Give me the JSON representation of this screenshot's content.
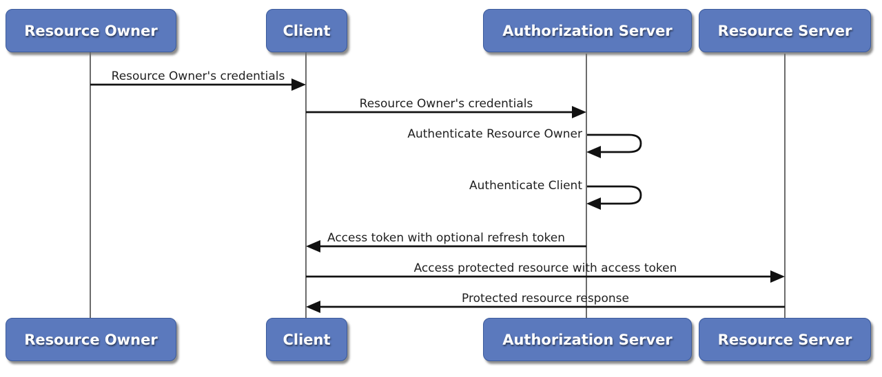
{
  "diagram_type": "uml-sequence-diagram",
  "actors": [
    {
      "id": "resource-owner",
      "label": "Resource Owner"
    },
    {
      "id": "client",
      "label": "Client"
    },
    {
      "id": "authorization-server",
      "label": "Authorization Server"
    },
    {
      "id": "resource-server",
      "label": "Resource Server"
    }
  ],
  "messages": [
    {
      "label": "Resource Owner's credentials",
      "from": "resource-owner",
      "to": "client",
      "direction": "right"
    },
    {
      "label": "Resource Owner's credentials",
      "from": "client",
      "to": "authorization-server",
      "direction": "right"
    },
    {
      "label": "Authenticate Resource Owner",
      "from": "authorization-server",
      "to": "authorization-server",
      "direction": "self"
    },
    {
      "label": "Authenticate Client",
      "from": "authorization-server",
      "to": "authorization-server",
      "direction": "self"
    },
    {
      "label": "Access token with optional refresh token",
      "from": "authorization-server",
      "to": "client",
      "direction": "left"
    },
    {
      "label": "Access protected resource with access token",
      "from": "client",
      "to": "resource-server",
      "direction": "right"
    },
    {
      "label": "Protected resource response",
      "from": "resource-server",
      "to": "client",
      "direction": "left"
    }
  ],
  "colors": {
    "actor_fill": "#5b79bd",
    "actor_border": "#3c5b9b",
    "actor_text": "#ffffff",
    "line_color": "#111111",
    "lifeline_color": "#6b6b6b",
    "label_color": "#1f1f1f",
    "background": "#ffffff"
  }
}
